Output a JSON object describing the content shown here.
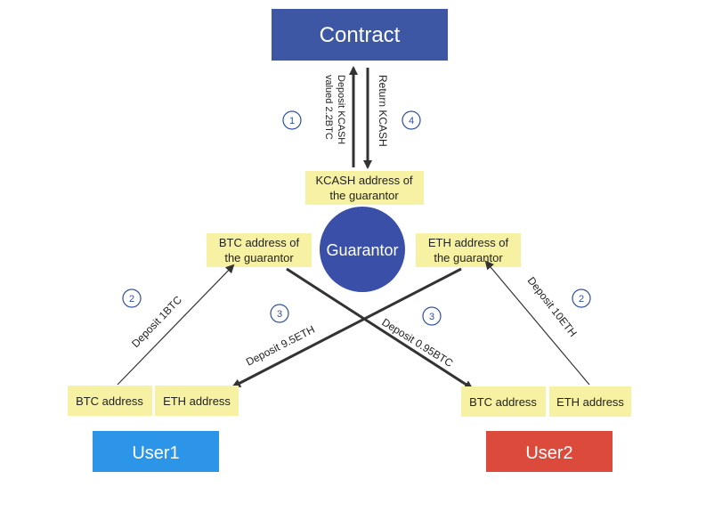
{
  "nodes": {
    "contract": "Contract",
    "guarantor": "Guarantor",
    "kcash_address_line1": "KCASH address of",
    "kcash_address_line2": "the guarantor",
    "guarantor_btc_line1": "BTC address of",
    "guarantor_btc_line2": "the guarantor",
    "guarantor_eth_line1": "ETH address of",
    "guarantor_eth_line2": "the guarantor",
    "user1": "User1",
    "user2": "User2",
    "user1_btc": "BTC address",
    "user1_eth": "ETH address",
    "user2_btc": "BTC address",
    "user2_eth": "ETH address"
  },
  "edges": {
    "deposit_kcash_line1": "Deposit KCASH",
    "deposit_kcash_line2": "valued 2.2BTC",
    "return_kcash": "Return KCASH",
    "deposit_1btc": "Deposit 1BTC",
    "deposit_10eth": "Deposit 10ETH",
    "deposit_9_5eth": "Deposit 9.5ETH",
    "deposit_0_95btc": "Deposit 0.95BTC"
  },
  "steps": {
    "step1": "1",
    "step4": "4",
    "step2_left": "2",
    "step2_right": "2",
    "step3_left": "3",
    "step3_right": "3"
  },
  "colors": {
    "contract": "#3d57a5",
    "guarantor": "#3a4fa8",
    "user1": "#2c95e8",
    "user2": "#db4a3b",
    "address_box": "#f7f2a3",
    "arrow": "#333333",
    "step_circle": "#2f4fa0"
  }
}
